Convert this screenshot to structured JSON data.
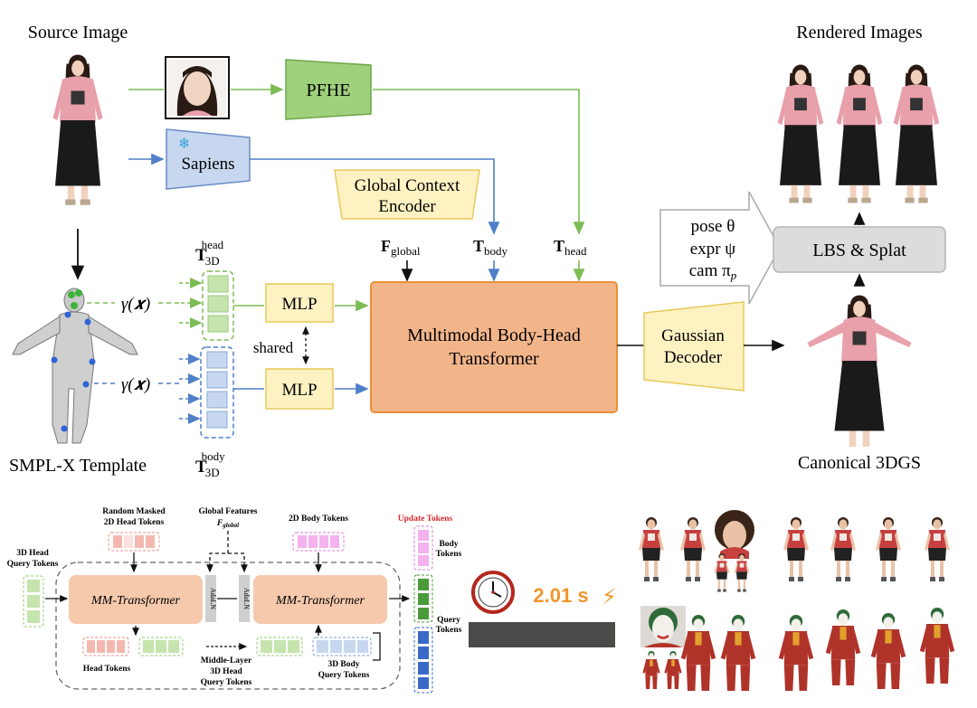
{
  "top": {
    "source_image": "Source Image",
    "rendered_images": "Rendered Images",
    "pfhe": "PFHE",
    "sapiens": "Sapiens",
    "global_context_encoder": [
      "Global Context",
      "Encoder"
    ],
    "f_global": {
      "main": "F",
      "sub": "global"
    },
    "t_body": {
      "main": "T",
      "sub": "body"
    },
    "t_head": {
      "main": "T",
      "sub": "head"
    },
    "t3d_head": {
      "main": "T",
      "sub": "3D",
      "sup": "head"
    },
    "t3d_body": {
      "main": "T",
      "sub": "3D",
      "sup": "body"
    },
    "gamma_x": "γ(𝒙)",
    "mlp": "MLP",
    "shared": "shared",
    "transformer": [
      "Multimodal Body-Head",
      "Transformer"
    ],
    "gaussian_decoder": [
      "Gaussian",
      "Decoder"
    ],
    "pose_lines": [
      "pose θ",
      "expr ψ",
      "cam π"
    ],
    "pose_sub": "p",
    "lbs": "LBS & Splat",
    "smplx": "SMPL-X Template",
    "canonical": "Canonical 3DGS",
    "snowflake": "❄"
  },
  "bottom": {
    "random_masked": [
      "Random Masked",
      "2D Head Tokens"
    ],
    "global_features": [
      "Global Features",
      "F"
    ],
    "global_features_sub": "global",
    "body_tokens_2d": "2D Body Tokens",
    "update_tokens": "Update Tokens",
    "body_tokens": [
      "Body",
      "Tokens"
    ],
    "query_tokens": [
      "Query",
      "Tokens"
    ],
    "head_query_3d": [
      "3D Head",
      "Query Tokens"
    ],
    "mm_transformer": "MM-Transformer",
    "adaln": "AdaLN",
    "head_tokens": "Head Tokens",
    "middle_layer": [
      "Middle-Layer",
      "3D Head",
      "Query Tokens"
    ],
    "body_query_3d": [
      "3D Body",
      "Query Tokens"
    ],
    "timer": "2.01 s",
    "bolt": "⚡"
  },
  "colors": {
    "green": "#7dbb55",
    "blue": "#4f7fc8",
    "orange": "#f2b58a",
    "orange_border": "#e8913a",
    "yellow": "#fff2c2",
    "yellow_border": "#e8c95a",
    "pink": "#e8a6b3",
    "red": "#c03a2b"
  }
}
